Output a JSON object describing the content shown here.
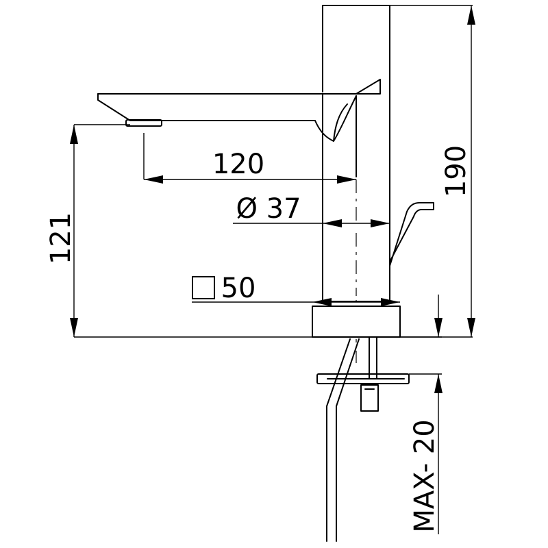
{
  "drawing": {
    "colors": {
      "line": "#000000",
      "background": "#ffffff"
    },
    "dimensions": {
      "spout_reach": "120",
      "body_diameter": "Ø 37",
      "height_to_outlet": "121",
      "total_height": "190",
      "base_square": "50",
      "max_deck_thickness": "MAX- 20"
    },
    "icons": {
      "square_symbol": "square-symbol-icon"
    }
  }
}
